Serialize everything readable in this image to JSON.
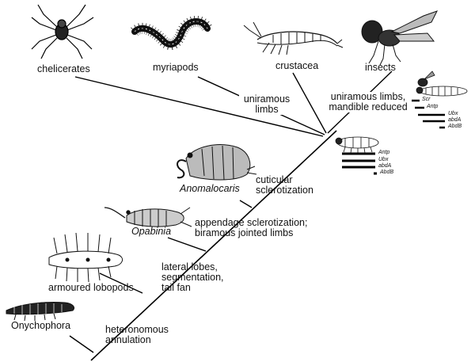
{
  "taxa": {
    "chelicerates": "chelicerates",
    "myriapods": "myriapods",
    "crustacea": "crustacea",
    "insects": "insects",
    "anomalocaris": "Anomalocaris",
    "opabinia": "Opabinia",
    "armoured_lobopods": "armoured  lobopods",
    "onychophora": "Onychophora"
  },
  "characters": {
    "uniramous_limbs_1": "uniramous",
    "uniramous_limbs_2": "limbs",
    "mandible_1": "uniramous limbs,",
    "mandible_2": "mandible reduced",
    "cuticular_1": "cuticular",
    "cuticular_2": "sclerotization",
    "appendage_1": "appendage sclerotization;",
    "appendage_2": "biramous jointed limbs",
    "lateral_1": "lateral lobes,",
    "lateral_2": "segmentation,",
    "lateral_3": "tail fan",
    "heteronomous_1": "heteronomous",
    "heteronomous_2": "annulation"
  },
  "hox_insect": [
    "Scr",
    "Antp",
    "Ubx",
    "abdA",
    "AbdB"
  ],
  "hox_onychophoran": [
    "Antp",
    "Ubx",
    "abdA",
    "AbdB"
  ],
  "icons": {
    "spider": "spider-icon",
    "centipede": "centipede-icon",
    "shrimp": "shrimp-icon",
    "fly": "fly-icon",
    "anomalocaris": "anomalocaris-icon",
    "opabinia": "opabinia-icon",
    "lobopod": "lobopod-icon",
    "velvet_worm": "velvet-worm-icon",
    "larva": "larva-icon",
    "onychophoran_small": "onychophoran-small-icon"
  }
}
